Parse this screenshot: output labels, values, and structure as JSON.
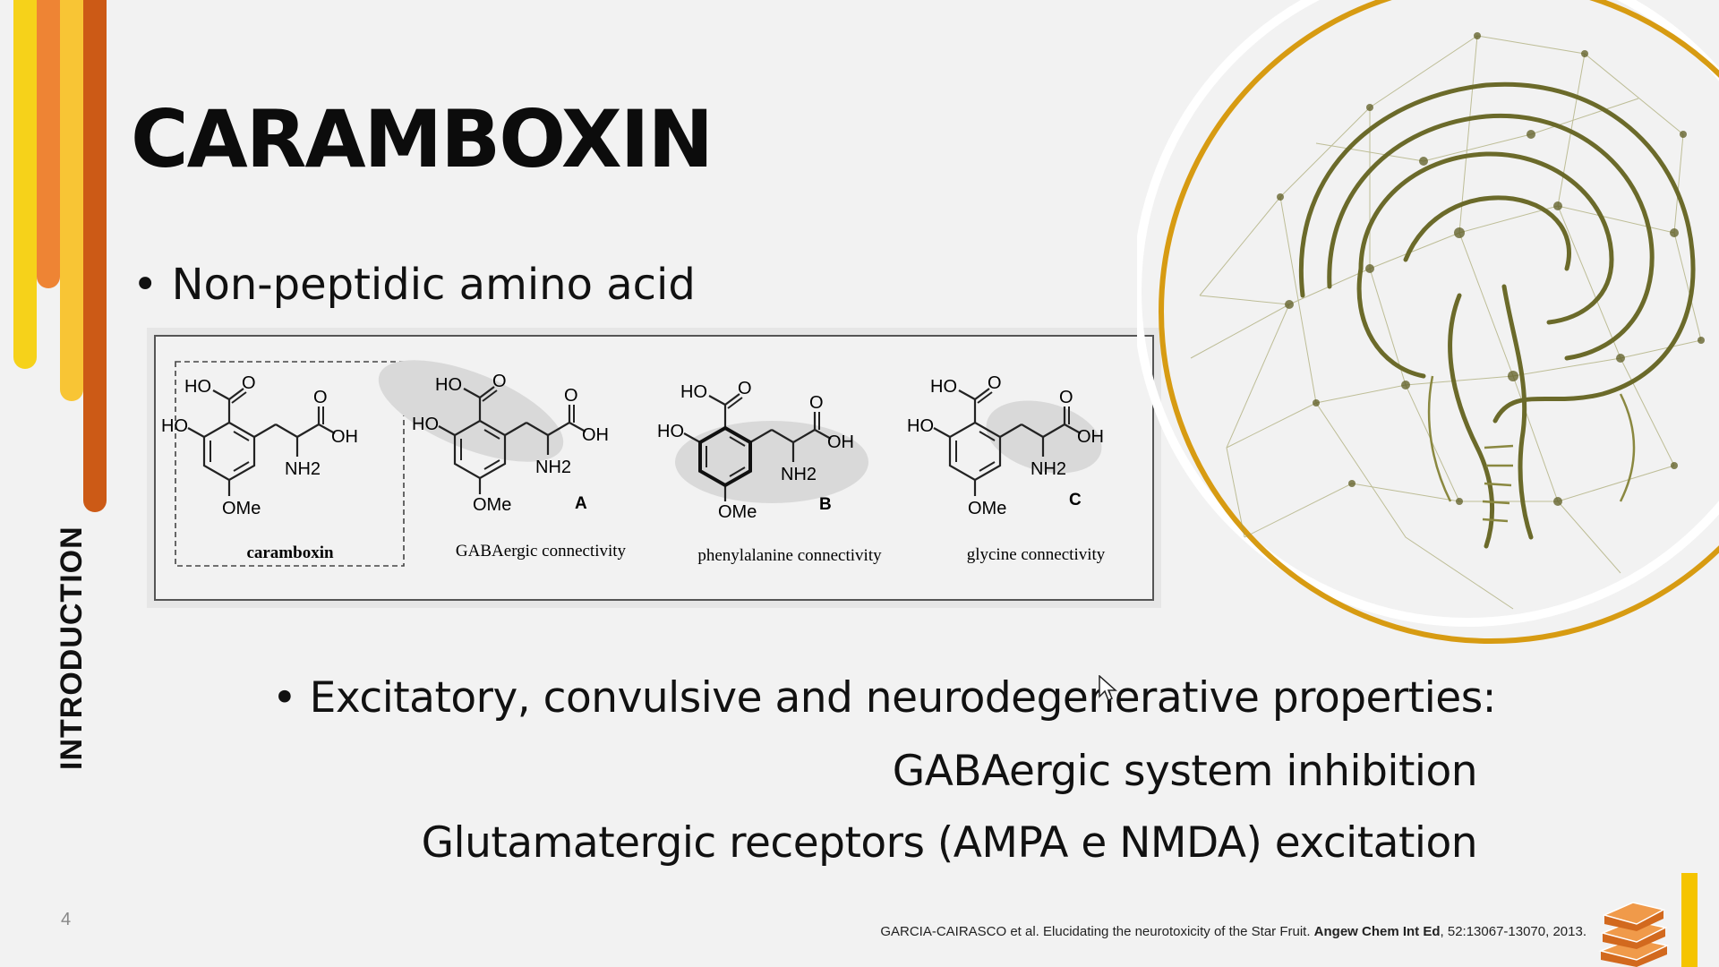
{
  "slide": {
    "section": "INTRODUCTION",
    "title": "CARAMBOXIN",
    "bullet1": "Non-peptidic amino acid",
    "bullet2": "Excitatory, convulsive and neurodegenerative properties:",
    "sub1": "GABAergic system inhibition",
    "sub2": "Glutamatergic receptors (AMPA e NMDA) excitation",
    "page_number": "4",
    "reference": {
      "authors": "GARCIA-CAIRASCO et al. Elucidating the neurotoxicity of the Star Fruit. ",
      "journal": "Angew Chem Int Ed",
      "details": ", 52:13067-13070, 2013."
    }
  },
  "figure": {
    "panels": [
      {
        "caption": "caramboxin",
        "letter": ""
      },
      {
        "caption": "GABAergic connectivity",
        "letter": "A"
      },
      {
        "caption": "phenylalanine connectivity",
        "letter": "B"
      },
      {
        "caption": "glycine connectivity",
        "letter": "C"
      }
    ],
    "atoms": {
      "ho": "HO",
      "o": "O",
      "oh": "OH",
      "nh2": "NH2",
      "ome": "OMe"
    }
  },
  "colors": {
    "stripe_yellow": "#f6d21a",
    "stripe_orange": "#ee8434",
    "stripe_gold": "#f8c535",
    "stripe_rust": "#cc5a16",
    "ring_gold": "#d79b12",
    "brain_olive": "#6b6a2a"
  },
  "icons": [
    "brain-network-globe-icon",
    "book-stack-icon",
    "mouse-cursor-icon"
  ]
}
